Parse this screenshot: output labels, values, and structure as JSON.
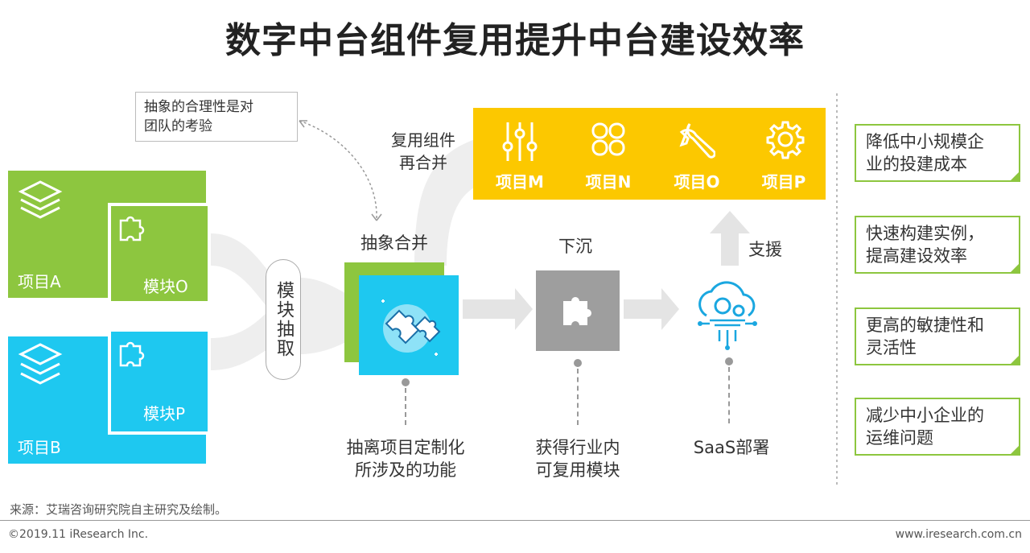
{
  "title": "数字中台组件复用提升中台建设效率",
  "note": {
    "line1": "抽象的合理性是对",
    "line2": "团队的考验"
  },
  "reuse_label": {
    "line1": "复用组件",
    "line2": "再合并"
  },
  "projects": {
    "a": {
      "label": "项目A",
      "module": "模块O"
    },
    "b": {
      "label": "项目B",
      "module": "模块P"
    }
  },
  "extract_label": "模块抽取",
  "merge_label": "抽象合并",
  "sink_label": "下沉",
  "support_label": "支援",
  "reusable_projects": [
    {
      "label": "项目M",
      "icon": "sliders-icon"
    },
    {
      "label": "项目N",
      "icon": "clover-icon"
    },
    {
      "label": "项目O",
      "icon": "wrench-icon"
    },
    {
      "label": "项目P",
      "icon": "gear-icon"
    }
  ],
  "captions": {
    "merge": {
      "line1": "抽离项目定制化",
      "line2": "所涉及的功能"
    },
    "sink": {
      "line1": "获得行业内",
      "line2": "可复用模块"
    },
    "saas": "SaaS部署"
  },
  "benefits": [
    {
      "line1": "降低中小规模企",
      "line2": "业的投建成本"
    },
    {
      "line1": "快速构建实例，",
      "line2": "提高建设效率"
    },
    {
      "line1": "更高的敏捷性和",
      "line2": "灵活性"
    },
    {
      "line1": "减少中小企业的",
      "line2": "运维问题"
    }
  ],
  "source": "来源：艾瑞咨询研究院自主研究及绘制。",
  "copyright": "©2019.11 iResearch Inc.",
  "website": "www.iresearch.com.cn",
  "colors": {
    "green": "#8dc63f",
    "blue": "#1ec8f0",
    "yellow": "#fcc800",
    "gray": "#9e9e9e"
  }
}
